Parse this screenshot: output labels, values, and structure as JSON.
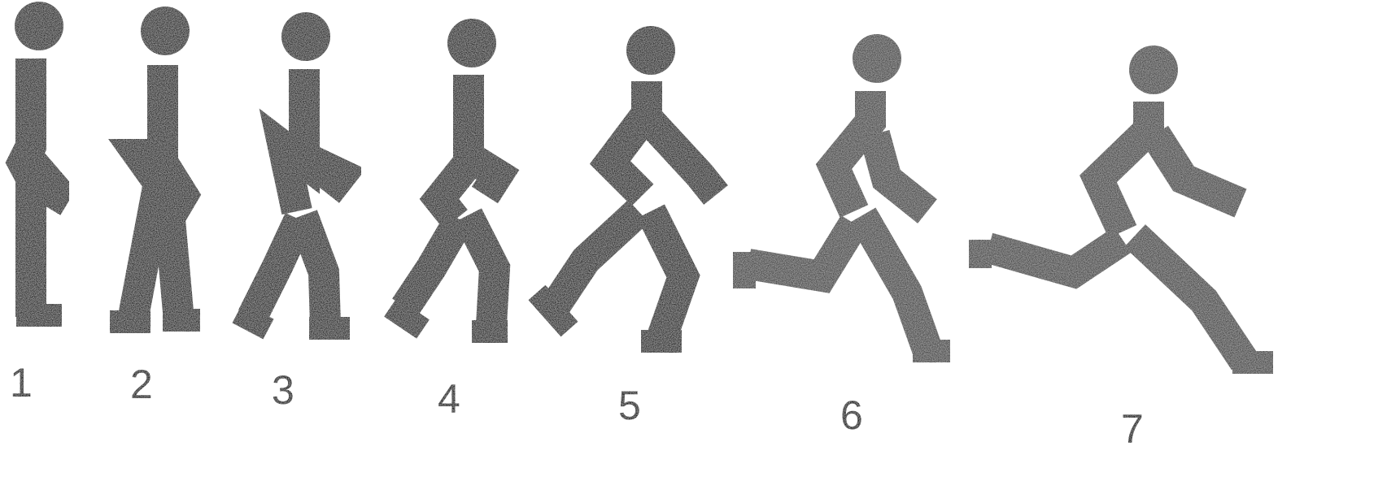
{
  "figures": [
    {
      "label": "1"
    },
    {
      "label": "2"
    },
    {
      "label": "3"
    },
    {
      "label": "4"
    },
    {
      "label": "5"
    },
    {
      "label": "6"
    },
    {
      "label": "7"
    }
  ],
  "colors": {
    "figure": "#2a2a2a",
    "light_figure": "#4a4a4a",
    "background": "#ffffff",
    "label": "#111111"
  }
}
